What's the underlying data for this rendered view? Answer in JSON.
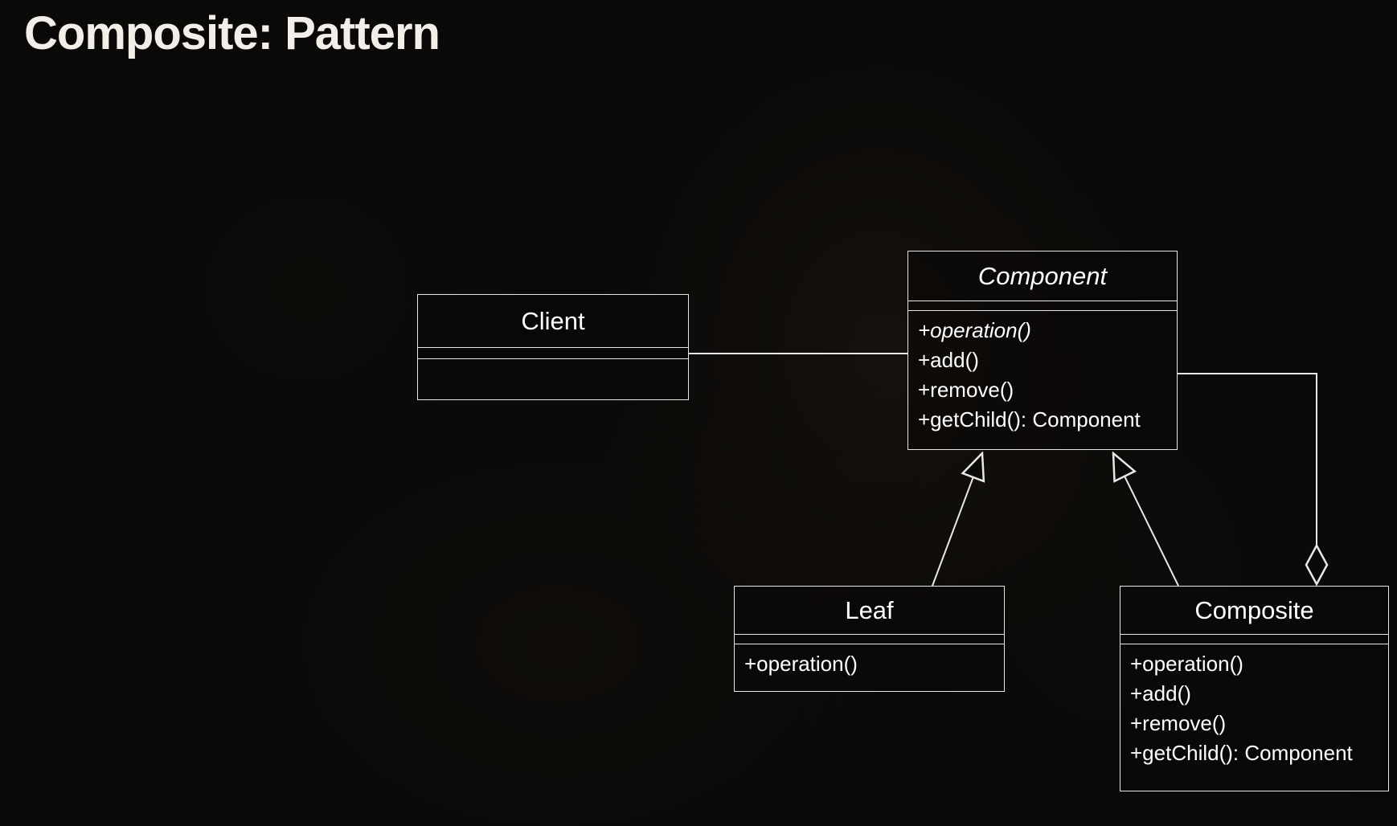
{
  "slide": {
    "title": "Composite: Pattern"
  },
  "diagram": {
    "classes": {
      "client": {
        "name": "Client",
        "methods": []
      },
      "component": {
        "name": "Component",
        "abstract": true,
        "methods": [
          "+operation()",
          "+add()",
          "+remove()",
          "+getChild(): Component"
        ]
      },
      "leaf": {
        "name": "Leaf",
        "methods": [
          "+operation()"
        ]
      },
      "composite": {
        "name": "Composite",
        "methods": [
          "+operation()",
          "+add()",
          "+remove()",
          "+getChild(): Component"
        ]
      }
    },
    "relationships": [
      {
        "type": "association",
        "from": "Client",
        "to": "Component"
      },
      {
        "type": "generalization",
        "from": "Leaf",
        "to": "Component"
      },
      {
        "type": "generalization",
        "from": "Composite",
        "to": "Component"
      },
      {
        "type": "aggregation",
        "from": "Composite",
        "to": "Component"
      }
    ]
  },
  "colors": {
    "background": "#0a0908",
    "line": "#e8e8e8",
    "text": "#ffffff"
  }
}
